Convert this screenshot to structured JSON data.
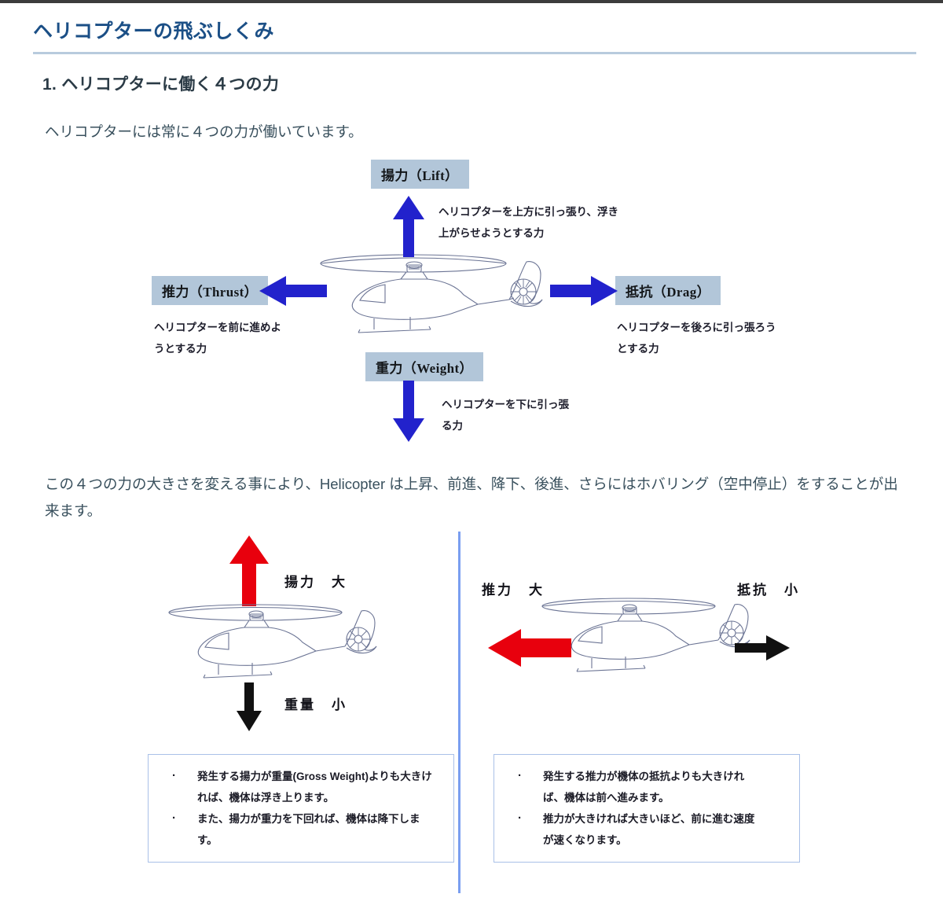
{
  "document": {
    "title": "ヘリコプターの飛ぶしくみ",
    "section_title": "1. ヘリコプターに働く４つの力",
    "intro_paragraph": "ヘリコプターには常に４つの力が働いています。",
    "summary_paragraph": "この４つの力の大きさを変える事により、Helicopter は上昇、前進、降下、後進、さらにはホバリング（空中停止）をすることが出来ます。"
  },
  "colors": {
    "title_blue": "#1b4f86",
    "rule_blue": "#b8cbdd",
    "badge_bg": "#b2c6d9",
    "arrow_blue": "#2222cc",
    "arrow_red": "#e8000d",
    "arrow_black": "#111111",
    "divider_blue": "#7a9ef0",
    "box_border": "#a9c0e8",
    "body_text": "#39505d",
    "heli_outline": "#6b7494",
    "topbar": "#3c3c3c"
  },
  "figure1": {
    "name": "four-forces-diagram",
    "aircraft": "helicopter-side-view",
    "forces": [
      {
        "key": "lift",
        "badge": "揚力（Lift）",
        "arrow_direction": "up",
        "arrow_color": "#2222cc",
        "description": "ヘリコプターを上方に引っ張り、浮き\n上がらせようとする力"
      },
      {
        "key": "thrust",
        "badge": "推力（Thrust）",
        "arrow_direction": "left",
        "arrow_color": "#2222cc",
        "description": "ヘリコプターを前に進めよ\nうとする力"
      },
      {
        "key": "drag",
        "badge": "抵抗（Drag）",
        "arrow_direction": "right",
        "arrow_color": "#2222cc",
        "description": "ヘリコプターを後ろに引っ張ろう\nとする力"
      },
      {
        "key": "weight",
        "badge": "重力（Weight）",
        "arrow_direction": "down",
        "arrow_color": "#2222cc",
        "description": "ヘリコプターを下に引っ張\nる力"
      }
    ]
  },
  "panels": {
    "left": {
      "name": "climb-panel",
      "labels": {
        "lift": "揚力　大",
        "weight": "重量　小"
      },
      "arrows": {
        "up": {
          "color": "#e8000d",
          "size": "large"
        },
        "down": {
          "color": "#111111",
          "size": "small"
        }
      },
      "bullets": [
        "発生する揚力が重量(Gross Weight)よりも大きけ\nれば、機体は浮き上ります。",
        "また、揚力が重力を下回れば、機体は降下しま\nす。"
      ]
    },
    "right": {
      "name": "forward-flight-panel",
      "labels": {
        "thrust": "推力　大",
        "drag": "抵抗　小"
      },
      "arrows": {
        "left": {
          "color": "#e8000d",
          "size": "large"
        },
        "right": {
          "color": "#111111",
          "size": "small"
        }
      },
      "bullets": [
        "発生する推力が機体の抵抗よりも大きけれ\nば、機体は前へ進みます。",
        "推力が大きければ大きいほど、前に進む速度\nが速くなります。"
      ]
    }
  }
}
